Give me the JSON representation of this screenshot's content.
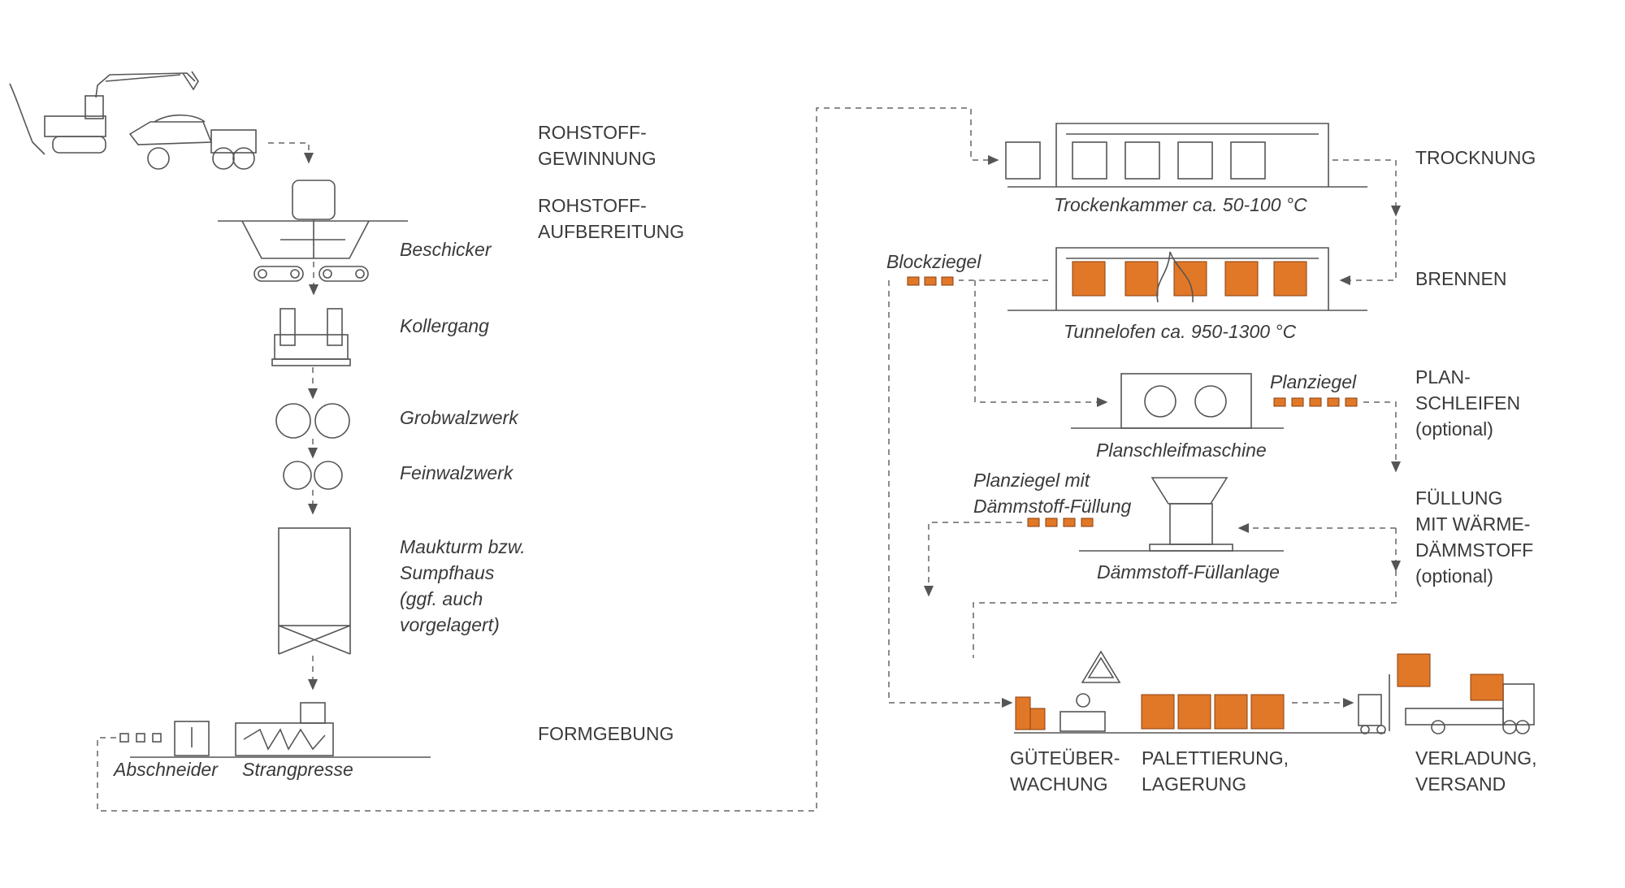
{
  "steps": {
    "rohstoff_gewinnung": [
      "ROHSTOFF-",
      "GEWINNUNG"
    ],
    "rohstoff_aufbereitung": [
      "ROHSTOFF-",
      "AUFBEREITUNG"
    ],
    "formgebung": "FORMGEBUNG",
    "trocknung": "TROCKNUNG",
    "brennen": "BRENNEN",
    "planschleifen": [
      "PLAN-",
      "SCHLEIFEN",
      "(optional)"
    ],
    "fuellung": [
      "FÜLLUNG",
      "MIT WÄRME-",
      "DÄMMSTOFF",
      "(optional)"
    ],
    "gueteueberwachung": [
      "GÜTEÜBER-",
      "WACHUNG"
    ],
    "palettierung": [
      "PALETTIERUNG,",
      "LAGERUNG"
    ],
    "verladung": [
      "VERLADUNG,",
      "VERSAND"
    ]
  },
  "machines": {
    "beschicker": "Beschicker",
    "kollergang": "Kollergang",
    "grobwalzwerk": "Grobwalzwerk",
    "feinwalzwerk": "Feinwalzwerk",
    "maukturm": [
      "Maukturm bzw.",
      "Sumpfhaus",
      "(ggf. auch",
      "vorgelagert)"
    ],
    "abschneider": "Abschneider",
    "strangpresse": "Strangpresse",
    "trockenkammer": "Trockenkammer ca. 50-100 °C",
    "tunnelofen": "Tunnelofen ca. 950-1300 °C",
    "planschleifmaschine": "Planschleifmaschine",
    "daemmstoff_fuellanlage": "Dämmstoff-Füllanlage"
  },
  "products": {
    "blockziegel": "Blockziegel",
    "planziegel": "Planziegel",
    "planziegel_fuellung": [
      "Planziegel mit",
      "Dämmstoff-Füllung"
    ]
  },
  "colors": {
    "brick": "#e07828",
    "line": "#555555",
    "text": "#3a3a3a"
  }
}
